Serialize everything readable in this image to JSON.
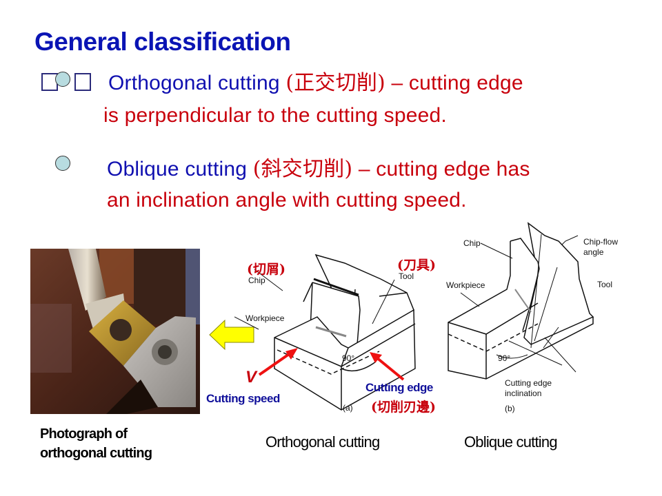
{
  "slide": {
    "title": "General classification",
    "bullets": [
      {
        "term": "Orthogonal cutting",
        "term_cn": "(正交切削)",
        "dash": " – ",
        "desc_line1": "cutting edge",
        "desc_line2": "is perpendicular to the cutting speed."
      },
      {
        "term": "Oblique cutting",
        "term_cn": "(斜交切削)",
        "dash": " – ",
        "desc_line1": "cutting edge has",
        "desc_line2": "an inclination angle with cutting speed."
      }
    ],
    "colors": {
      "title": "#0a14b4",
      "term": "#1010b0",
      "desc": "#c8000c",
      "bullet_fill": "#b8dce0",
      "arrow_yellow": "#ffff00",
      "arrow_red": "#ee1111"
    }
  },
  "figure_a": {
    "chip_cn": "(切屑)",
    "chip": "Chip",
    "tool_cn": "(刀具)",
    "tool": "Tool",
    "workpiece": "Workpiece",
    "angle": "90°",
    "v_label": "V",
    "cutting_speed": "Cutting speed",
    "cutting_edge": "Cutting edge",
    "cutting_edge_cn": "(切削刃邊)",
    "sublabel": "(a)"
  },
  "figure_b": {
    "chip": "Chip",
    "chip_flow_1": "Chip-flow",
    "chip_flow_2": "angle",
    "workpiece": "Workpiece",
    "tool": "Tool",
    "angle": "90°",
    "incl_1": "Cutting edge",
    "incl_2": "inclination",
    "sublabel": "(b)"
  },
  "captions": {
    "photo_line1": "Photograph of",
    "photo_line2": "orthogonal cutting",
    "orthogonal": "Orthogonal cutting",
    "oblique": "Oblique cutting"
  }
}
